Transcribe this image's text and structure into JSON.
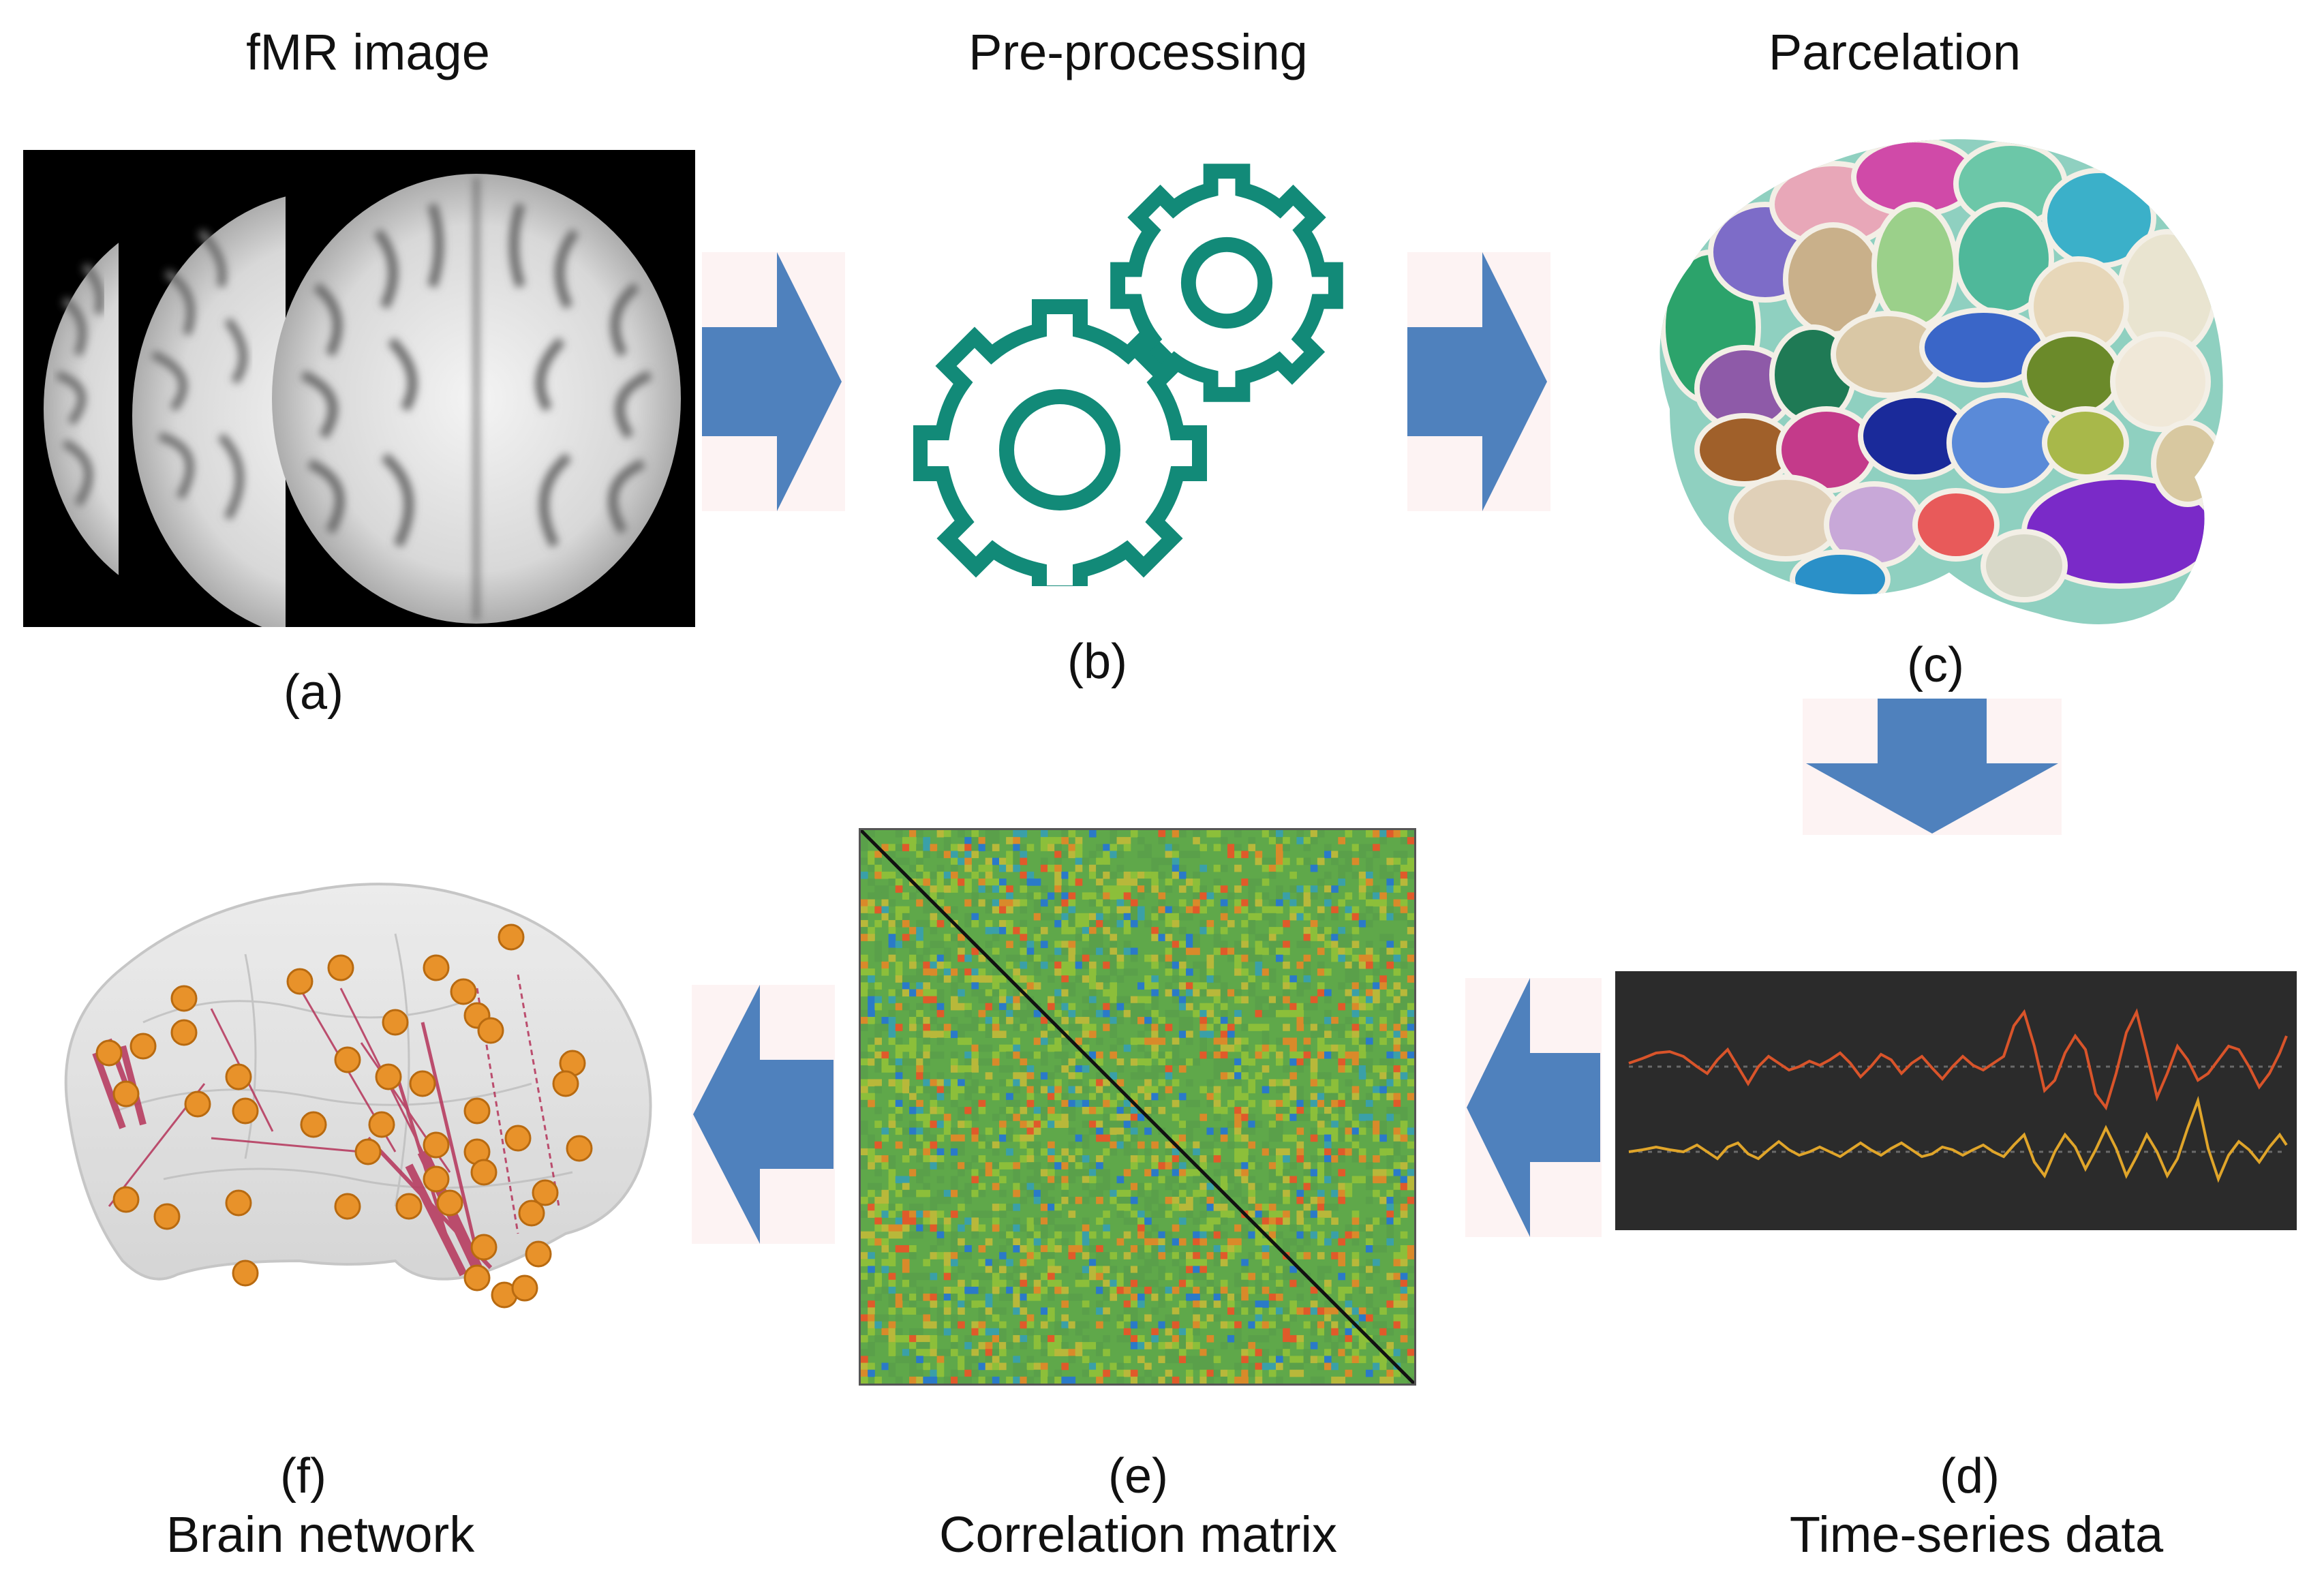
{
  "steps": {
    "a": {
      "title": "fMR image",
      "tag": "(a)"
    },
    "b": {
      "title": "Pre-processing",
      "tag": "(b)"
    },
    "c": {
      "title": "Parcelation",
      "tag": "(c)"
    },
    "d": {
      "title": "Time-series data",
      "tag": "(d)"
    },
    "e": {
      "title": "Correlation matrix",
      "tag": "(e)"
    },
    "f": {
      "title": "Brain network",
      "tag": "(f)"
    }
  },
  "colors": {
    "arrow": "#4f81bd",
    "arrow_bg": "#fdf3f3",
    "gear": "#128a78",
    "ts_bg": "#2b2b2b",
    "ts_line1": "#d9542a",
    "ts_line2": "#e0a52a",
    "node": "#e8922a",
    "edge": "#b5345a",
    "matrix_base": "#5fa84a"
  },
  "icons": {
    "gear": "gear-icon",
    "arrow": "block-arrow-icon"
  }
}
